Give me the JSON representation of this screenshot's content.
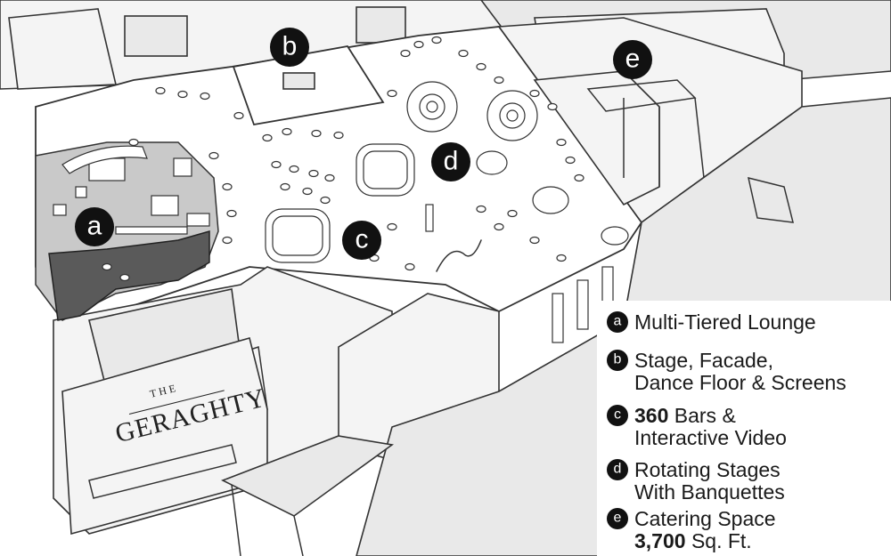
{
  "logo": {
    "top": "THE",
    "name": "GERAGHTY"
  },
  "markers": [
    {
      "id": "a",
      "letter": "a"
    },
    {
      "id": "b",
      "letter": "b"
    },
    {
      "id": "c",
      "letter": "c"
    },
    {
      "id": "d",
      "letter": "d"
    },
    {
      "id": "e",
      "letter": "e"
    }
  ],
  "legend": [
    {
      "letter": "a",
      "lines": [
        {
          "parts": [
            {
              "text": "Multi-Tiered Lounge",
              "bold": false
            }
          ]
        }
      ]
    },
    {
      "letter": "b",
      "lines": [
        {
          "parts": [
            {
              "text": "Stage, Facade,",
              "bold": false
            }
          ]
        },
        {
          "parts": [
            {
              "text": "Dance Floor & Screens",
              "bold": false
            }
          ]
        }
      ]
    },
    {
      "letter": "c",
      "lines": [
        {
          "parts": [
            {
              "text": "360",
              "bold": true
            },
            {
              "text": " Bars &",
              "bold": false
            }
          ]
        },
        {
          "parts": [
            {
              "text": "Interactive Video",
              "bold": false
            }
          ]
        }
      ]
    },
    {
      "letter": "d",
      "lines": [
        {
          "parts": [
            {
              "text": "Rotating Stages",
              "bold": false
            }
          ]
        },
        {
          "parts": [
            {
              "text": "With Banquettes",
              "bold": false
            }
          ]
        }
      ]
    },
    {
      "letter": "e",
      "lines": [
        {
          "parts": [
            {
              "text": "Catering Space",
              "bold": false
            }
          ]
        },
        {
          "parts": [
            {
              "text": "3,700",
              "bold": true
            },
            {
              "text": " Sq. Ft.",
              "bold": false
            }
          ]
        }
      ]
    }
  ]
}
